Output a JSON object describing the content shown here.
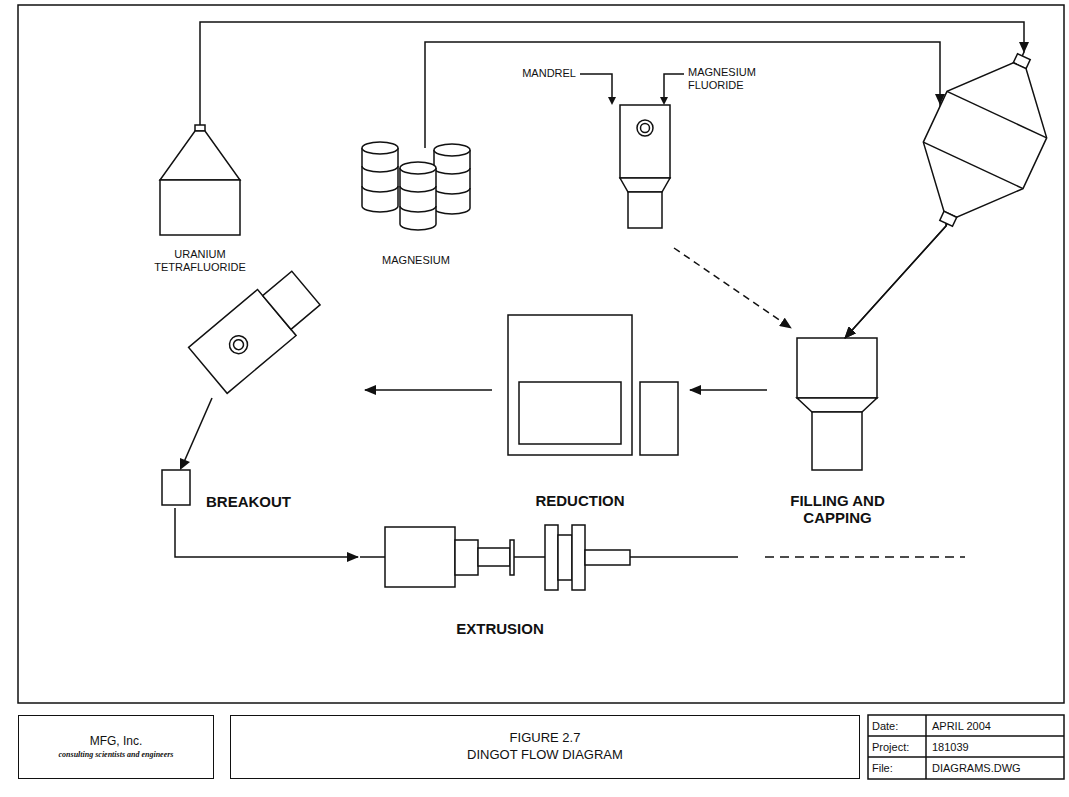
{
  "diagram": {
    "nodes": [
      {
        "text": [
          "URANIUM TETRAFLUORIDE"
        ]
      },
      {
        "text": [
          "MAGNESIUM"
        ]
      },
      {
        "text": [
          "MANDREL",
          "MAGNESIUM FLUORIDE"
        ]
      },
      {
        "text": [
          "FILLING AND CAPPING"
        ]
      },
      {
        "text": [
          "REDUCTION"
        ]
      },
      {
        "text": [
          "BREAKOUT"
        ]
      },
      {
        "text": [
          "EXTRUSION"
        ]
      },
      {
        "text": [
          "MFG, Inc.",
          "consulting scientists and engineers"
        ]
      },
      {
        "text": [
          "FIGURE 2.7",
          "DINGOT FLOW DIAGRAM"
        ]
      }
    ],
    "edges": [
      {
        "from": 0,
        "to": 3,
        "arrow": "to"
      },
      {
        "from": 1,
        "to": 3,
        "arrow": "to"
      },
      {
        "from": 2,
        "to": 3,
        "arrow": "to"
      },
      {
        "from": 3,
        "to": 4,
        "arrow": "to"
      },
      {
        "from": 4,
        "to": 5,
        "arrow": "to"
      },
      {
        "from": 5,
        "to": 6,
        "arrow": "to"
      }
    ],
    "labels": [
      "Date:",
      "APRIL 2004",
      "Project:",
      "181039",
      "File:",
      "DIAGRAMS.DWG"
    ]
  }
}
